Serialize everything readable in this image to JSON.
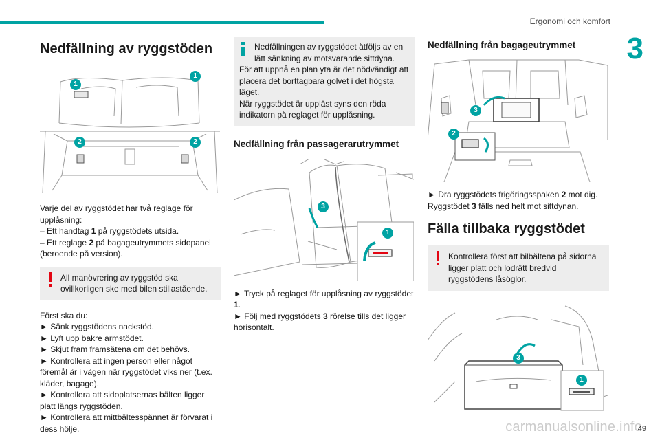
{
  "header": {
    "title": "Ergonomi och komfort",
    "chapter": "3",
    "page": "49",
    "watermark": "carmanualsonline.info"
  },
  "colors": {
    "accent": "#00a3a3",
    "warning": "#e30613",
    "box_bg": "#ededed"
  },
  "col1": {
    "title": "Nedfällning av ryggstöden",
    "illustration_badges": [
      "1",
      "1",
      "2",
      "2"
    ],
    "intro": [
      "Varje del av ryggstödet har två reglage för upplåsning:",
      "– Ett handtag ",
      "1",
      " på ryggstödets utsida.",
      "– Ett reglage ",
      "2",
      " på bagageutrymmets sidopanel (beroende på version)."
    ],
    "warning": "All manövrering av ryggstöd ska ovillkorligen ske med bilen stillastående.",
    "first_label": "Först ska du:",
    "steps": [
      "► Sänk ryggstödens nackstöd.",
      "► Lyft upp bakre armstödet.",
      "► Skjut fram framsätena om det behövs.",
      "► Kontrollera att ingen person eller något föremål är i vägen när ryggstödet viks ner (t.ex. kläder, bagage).",
      "► Kontrollera att sidoplatsernas bälten ligger platt längs ryggstöden.",
      "► Kontrollera att mittbältesspännet är förvarat i dess hölje."
    ]
  },
  "col2": {
    "info_first": "Nedfällningen av ryggstödet åtföljs av en lätt sänkning av motsvarande sittdyna.",
    "info_rest": [
      "För att uppnå en plan yta är det nödvändigt att placera det borttagbara golvet i det högsta läget.",
      "När ryggstödet är upplåst syns den röda indikatorn på reglaget för upplåsning."
    ],
    "title": "Nedfällning från passagerarutrymmet",
    "illustration_badges": [
      "3",
      "1"
    ],
    "step1_a": "► Tryck på reglaget för upplåsning av ryggstödet ",
    "step1_b": "1",
    "step1_c": ".",
    "step2_a": "► Följ med ryggstödets ",
    "step2_b": "3",
    "step2_c": " rörelse tills det ligger horisontalt."
  },
  "col3": {
    "title": "Nedfällning från bagageutrymmet",
    "illustration_badges": [
      "3",
      "2"
    ],
    "step_a": "► Dra ryggstödets frigöringsspaken ",
    "step_b": "2",
    "step_c": " mot dig.",
    "step_d": "Ryggstödet ",
    "step_e": "3",
    "step_f": " fälls ned helt mot sittdynan.",
    "title2": "Fälla tillbaka ryggstödet",
    "warning": "Kontrollera först att bilbältena på sidorna ligger platt och lodrätt bredvid ryggstödens låsöglor.",
    "illustration2_badges": [
      "3",
      "1"
    ]
  }
}
